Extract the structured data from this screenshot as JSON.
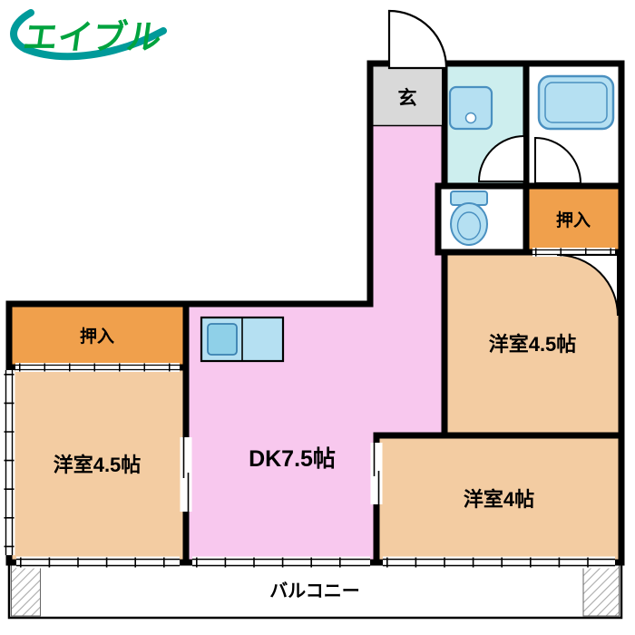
{
  "logo": {
    "text": "エイブル",
    "color": "#00a33e",
    "swoosh_color": "#009a9a"
  },
  "colors": {
    "wall": "#000000",
    "dk_pink": "#f8c8ee",
    "bedroom_beige": "#f3cca2",
    "closet_orange": "#f0a04c",
    "washroom_cyan": "#cdeeee",
    "genkan_gray": "#d9d9d9",
    "fixture_blue": "#b5e0f2",
    "fixture_outline": "#4a90c0",
    "hatch_gray": "#9a9a9a",
    "white": "#ffffff"
  },
  "rooms": {
    "genkan": {
      "label": "玄"
    },
    "closet_right": {
      "label": "押入"
    },
    "closet_left": {
      "label": "押入"
    },
    "bedroom_right": {
      "label": "洋室4.5帖"
    },
    "bedroom_left": {
      "label": "洋室4.5帖"
    },
    "bedroom_bottom": {
      "label": "洋室4帖"
    },
    "dk": {
      "label": "DK7.5帖"
    },
    "balcony": {
      "label": "バルコニー"
    }
  },
  "icons": {
    "bathtub": "bathtub-icon",
    "toilet": "toilet-icon",
    "washbasin": "washbasin-icon",
    "kitchen_sink": "kitchen-sink-icon",
    "entrance_door": "door-swing-icon",
    "window": "window-symbol",
    "logo_swoosh": "logo-swoosh-icon"
  }
}
